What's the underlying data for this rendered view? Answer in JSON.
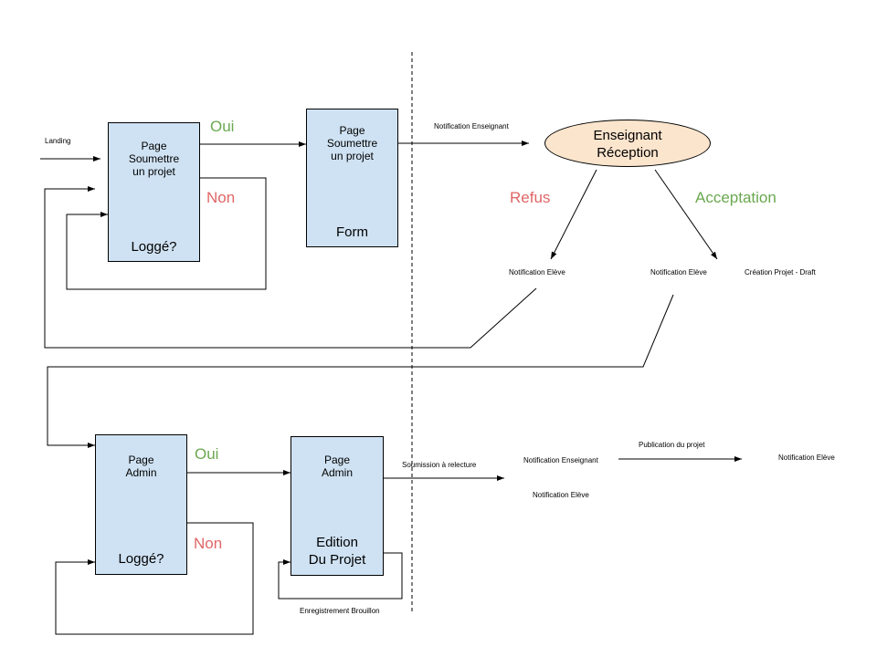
{
  "boxes": {
    "submit_logged": {
      "title": "Page\nSoumettre\nun projet",
      "bottom": "Loggé?"
    },
    "submit_form": {
      "title": "Page\nSoumettre\nun projet",
      "bottom": "Form"
    },
    "admin_logged": {
      "title": "Page\nAdmin",
      "bottom": "Loggé?"
    },
    "admin_edit": {
      "title": "Page\nAdmin",
      "bottom": "Edition\nDu Projet"
    }
  },
  "ellipse": {
    "text": "Enseignant\nRéception"
  },
  "labels": {
    "landing": "Landing",
    "oui_top": "Oui",
    "non_top": "Non",
    "notif_enseignant_top": "Notification Enseignant",
    "refus": "Refus",
    "acceptation": "Acceptation",
    "notif_eleve_refus": "Notification Elève",
    "notif_eleve_accept": "Notification Elève",
    "creation_projet": "Création Projet - Draft",
    "oui_bottom": "Oui",
    "non_bottom": "Non",
    "soumission": "Soumission à relecture",
    "notif_enseignant_bottom": "Notification Enseignant",
    "notif_eleve_bottom": "Notification Elève",
    "publication": "Publication du projet",
    "notif_eleve_final": "Notification Elève",
    "enregistrement": "Enregistrement Brouillon"
  },
  "colors": {
    "box_fill": "#cfe2f3",
    "ellipse_fill": "#fce5cd",
    "yes": "#6aa84f",
    "no": "#e06666",
    "line": "#000000"
  }
}
